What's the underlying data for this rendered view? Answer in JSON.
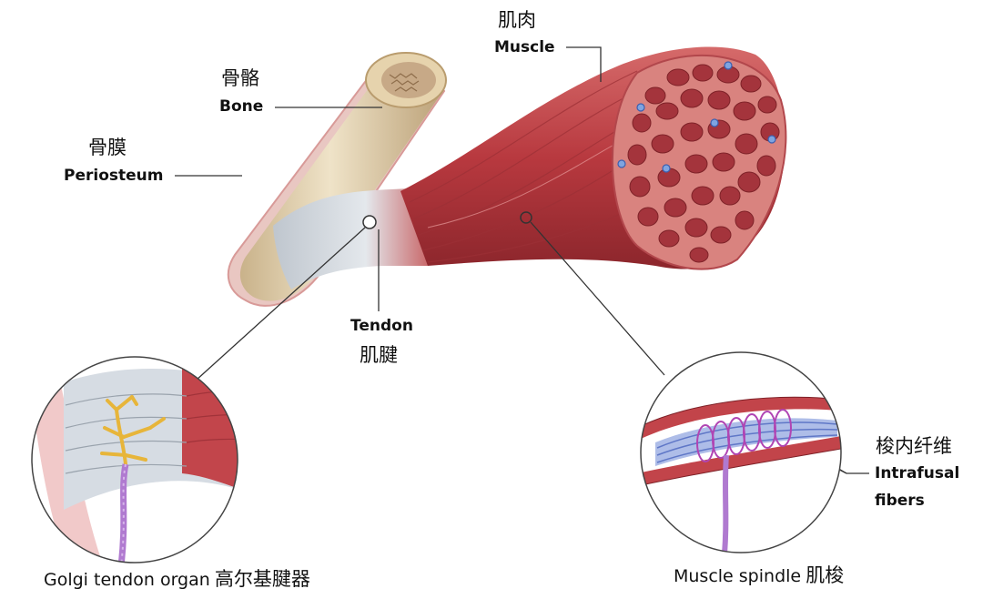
{
  "labels": {
    "muscle_zh": "肌肉",
    "muscle_en": "Muscle",
    "bone_zh": "骨骼",
    "bone_en": "Bone",
    "periosteum_zh": "骨膜",
    "periosteum_en": "Periosteum",
    "tendon_en": "Tendon",
    "tendon_zh": "肌腱",
    "intrafusal_zh": "梭内纤维",
    "intrafusal_en_1": "Intrafusal",
    "intrafusal_en_2": "fibers",
    "golgi_en": "Golgi tendon organ",
    "golgi_zh": "高尔基腱器",
    "spindle_en": "Muscle spindle",
    "spindle_zh": "肌梭"
  },
  "colors": {
    "muscle": "#c2444a",
    "muscle_dark": "#8e2b31",
    "fiber": "#a9383f",
    "bone": "#e8d6b4",
    "tendon": "#d7dde3",
    "nerve_gold": "#e7b53a",
    "nerve_purple": "#b07ad0",
    "intrafusal_blue": "#7a92d6"
  }
}
